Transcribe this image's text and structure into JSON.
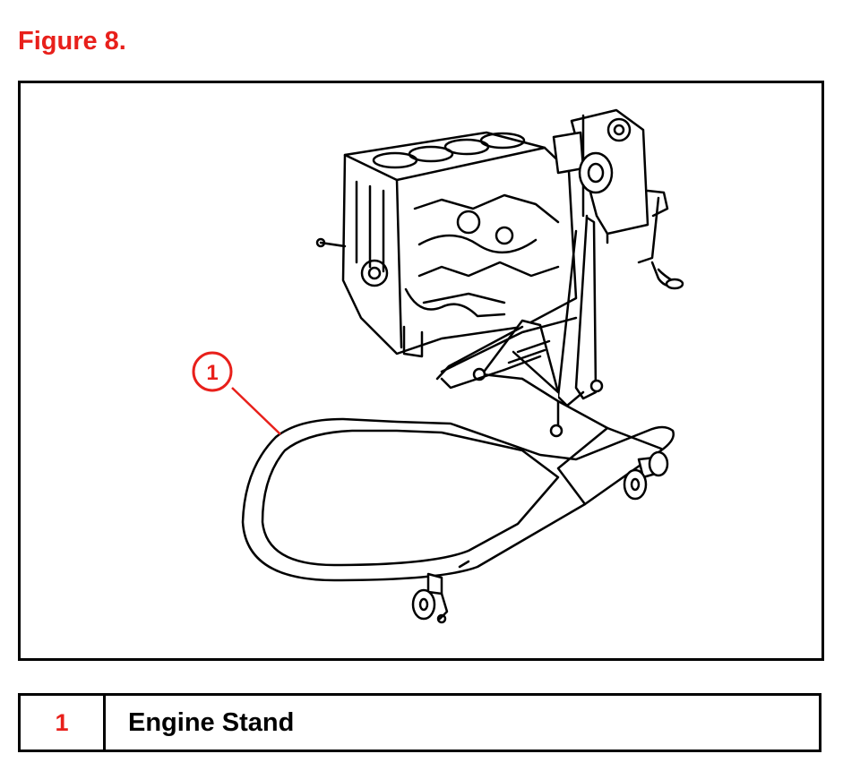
{
  "figure": {
    "title": "Figure 8.",
    "callout": {
      "number": "1"
    }
  },
  "legend": [
    {
      "number": "1",
      "label": "Engine Stand"
    }
  ],
  "colors": {
    "accent": "#e8201b",
    "line": "#000000",
    "background": "#ffffff"
  }
}
